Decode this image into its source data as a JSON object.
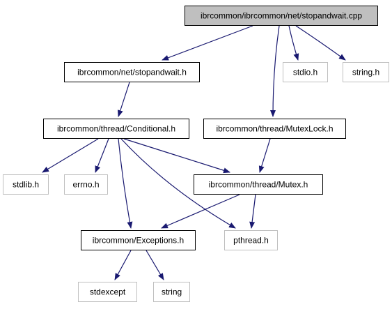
{
  "colors": {
    "edge": "#191970",
    "root_fill": "#bfbfbf",
    "root_stroke": "#000000",
    "node_fill": "#ffffff",
    "node_stroke": "#000000",
    "external_stroke": "#bfbfbf"
  },
  "nodes": [
    {
      "id": "root",
      "label": "ibrcommon/ibrcommon/net/stopandwait.cpp",
      "kind": "root"
    },
    {
      "id": "stopandwait_h",
      "label": "ibrcommon/net/stopandwait.h",
      "kind": "internal"
    },
    {
      "id": "stdio_h",
      "label": "stdio.h",
      "kind": "external"
    },
    {
      "id": "string_h",
      "label": "string.h",
      "kind": "external"
    },
    {
      "id": "conditional_h",
      "label": "ibrcommon/thread/Conditional.h",
      "kind": "internal"
    },
    {
      "id": "mutexlock_h",
      "label": "ibrcommon/thread/MutexLock.h",
      "kind": "internal"
    },
    {
      "id": "stdlib_h",
      "label": "stdlib.h",
      "kind": "external"
    },
    {
      "id": "errno_h",
      "label": "errno.h",
      "kind": "external"
    },
    {
      "id": "mutex_h",
      "label": "ibrcommon/thread/Mutex.h",
      "kind": "internal"
    },
    {
      "id": "exceptions_h",
      "label": "ibrcommon/Exceptions.h",
      "kind": "internal"
    },
    {
      "id": "pthread_h",
      "label": "pthread.h",
      "kind": "external"
    },
    {
      "id": "stdexcept",
      "label": "stdexcept",
      "kind": "external"
    },
    {
      "id": "string",
      "label": "string",
      "kind": "external"
    }
  ],
  "edges": [
    {
      "from": "root",
      "to": "stopandwait_h"
    },
    {
      "from": "root",
      "to": "stdio_h"
    },
    {
      "from": "root",
      "to": "string_h"
    },
    {
      "from": "root",
      "to": "mutexlock_h"
    },
    {
      "from": "stopandwait_h",
      "to": "conditional_h"
    },
    {
      "from": "conditional_h",
      "to": "stdlib_h"
    },
    {
      "from": "conditional_h",
      "to": "errno_h"
    },
    {
      "from": "conditional_h",
      "to": "mutex_h"
    },
    {
      "from": "conditional_h",
      "to": "exceptions_h"
    },
    {
      "from": "conditional_h",
      "to": "pthread_h"
    },
    {
      "from": "mutexlock_h",
      "to": "mutex_h"
    },
    {
      "from": "mutex_h",
      "to": "exceptions_h"
    },
    {
      "from": "mutex_h",
      "to": "pthread_h"
    },
    {
      "from": "exceptions_h",
      "to": "stdexcept"
    },
    {
      "from": "exceptions_h",
      "to": "string"
    }
  ]
}
